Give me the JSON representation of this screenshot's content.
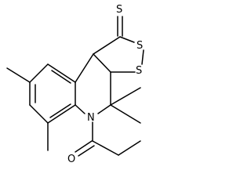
{
  "molecule": {
    "atoms": {
      "thione_s": "S",
      "ring_s1": "S",
      "ring_s2": "S",
      "nitrogen": "N",
      "oxygen": "O"
    }
  },
  "colors": {
    "background": "#ffffff",
    "ink": "#000000"
  }
}
